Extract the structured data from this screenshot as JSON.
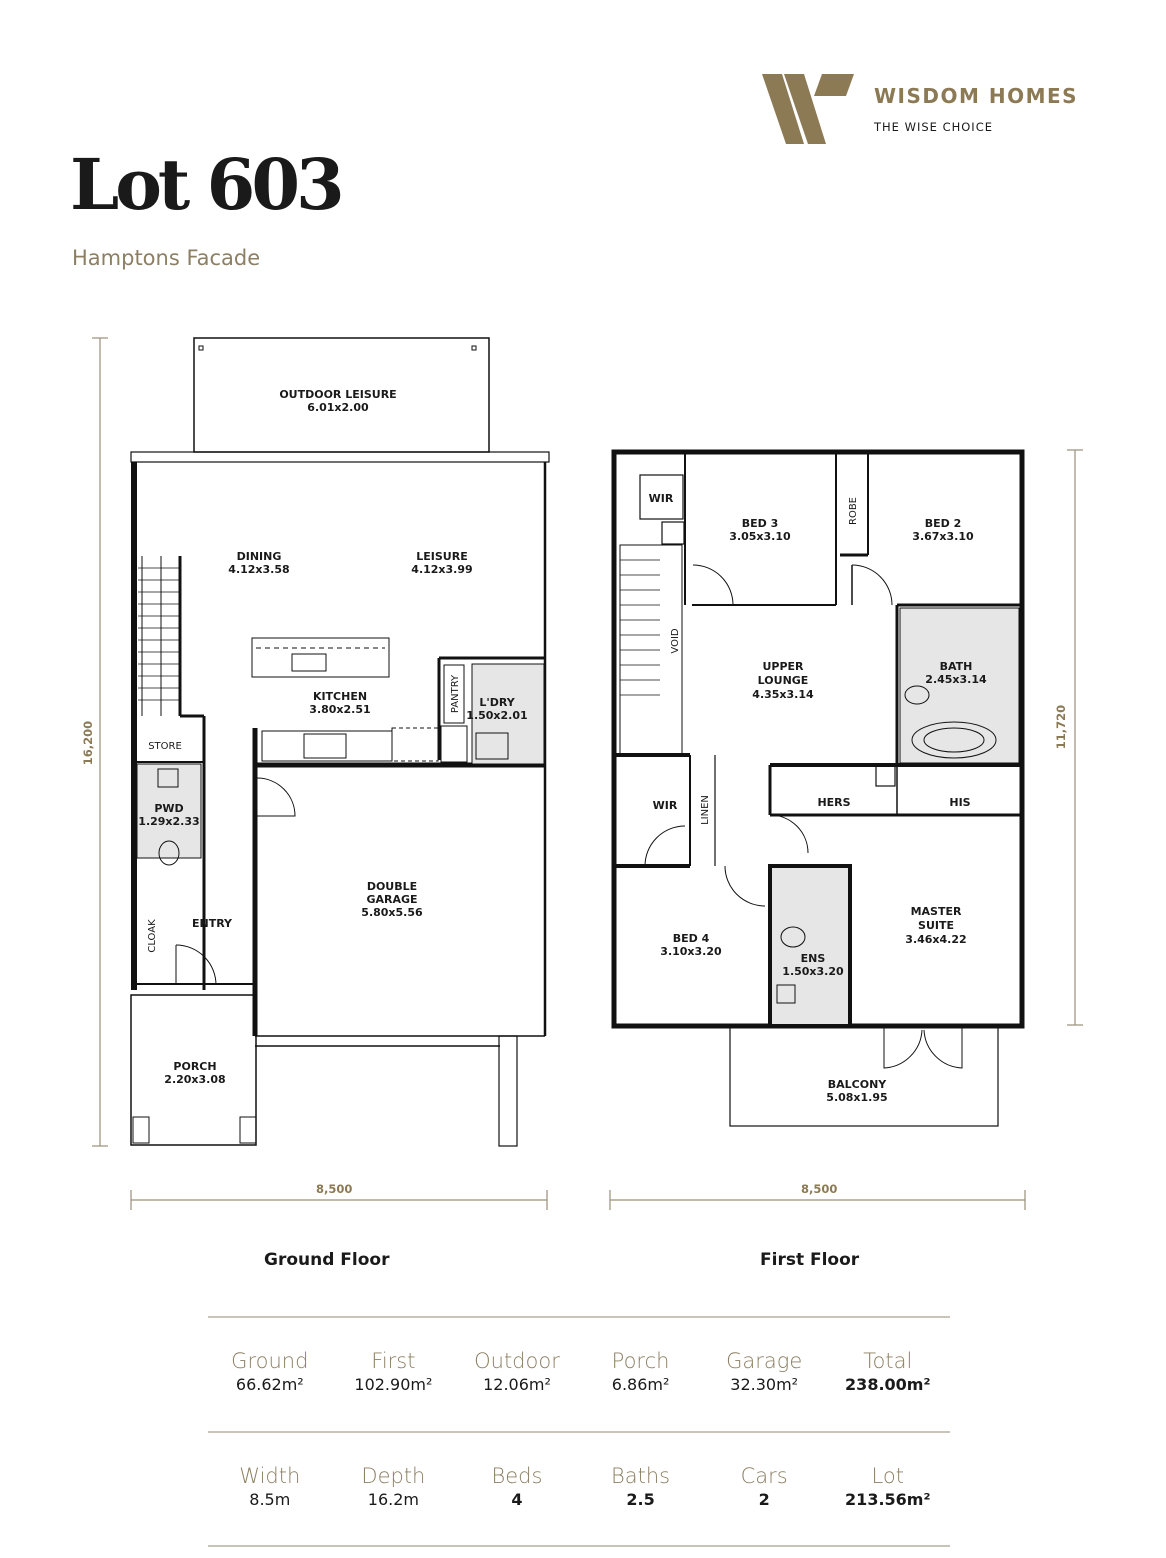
{
  "brand": {
    "name": "WISDOM HOMES",
    "tagline": "THE WISE CHOICE",
    "accent_color": "#8c7a55",
    "logo_icon": "w-monogram-icon"
  },
  "header": {
    "title": "Lot 603",
    "subtitle": "Hamptons Facade"
  },
  "ground_floor": {
    "label": "Ground Floor",
    "width_dim": "8,500",
    "depth_dim": "16,200",
    "rooms": [
      {
        "name": "OUTDOOR LEISURE",
        "size": "6.01x2.00"
      },
      {
        "name": "DINING",
        "size": "4.12x3.58"
      },
      {
        "name": "LEISURE",
        "size": "4.12x3.99"
      },
      {
        "name": "KITCHEN",
        "size": "3.80x2.51"
      },
      {
        "name": "PANTRY",
        "size": ""
      },
      {
        "name": "L'DRY",
        "size": "1.50x2.01"
      },
      {
        "name": "STORE",
        "size": ""
      },
      {
        "name": "PWD",
        "size": "1.29x2.33"
      },
      {
        "name": "DOUBLE",
        "name2": "GARAGE",
        "size": "5.80x5.56"
      },
      {
        "name": "CLOAK",
        "size": ""
      },
      {
        "name": "ENTRY",
        "size": ""
      },
      {
        "name": "PORCH",
        "size": "2.20x3.08"
      }
    ]
  },
  "first_floor": {
    "label": "First Floor",
    "width_dim": "8,500",
    "depth_dim": "11,720",
    "rooms": [
      {
        "name": "WIR",
        "size": ""
      },
      {
        "name": "BED 3",
        "size": "3.05x3.10"
      },
      {
        "name": "ROBE",
        "size": ""
      },
      {
        "name": "BED 2",
        "size": "3.67x3.10"
      },
      {
        "name": "VOID",
        "size": ""
      },
      {
        "name": "UPPER",
        "name2": "LOUNGE",
        "size": "4.35x3.14"
      },
      {
        "name": "BATH",
        "size": "2.45x3.14"
      },
      {
        "name": "WIR",
        "size": ""
      },
      {
        "name": "LINEN",
        "size": ""
      },
      {
        "name": "HERS",
        "size": ""
      },
      {
        "name": "HIS",
        "size": ""
      },
      {
        "name": "BED 4",
        "size": "3.10x3.20"
      },
      {
        "name": "ENS",
        "size": "1.50x3.20"
      },
      {
        "name": "MASTER",
        "name2": "SUITE",
        "size": "3.46x4.22"
      },
      {
        "name": "BALCONY",
        "size": "5.08x1.95"
      }
    ]
  },
  "areas": [
    {
      "label": "Ground",
      "value": "66.62m²",
      "bold": false
    },
    {
      "label": "First",
      "value": "102.90m²",
      "bold": false
    },
    {
      "label": "Outdoor",
      "value": "12.06m²",
      "bold": false
    },
    {
      "label": "Porch",
      "value": "6.86m²",
      "bold": false
    },
    {
      "label": "Garage",
      "value": "32.30m²",
      "bold": false
    },
    {
      "label": "Total",
      "value": "238.00m²",
      "bold": true
    }
  ],
  "specs": [
    {
      "label": "Width",
      "value": "8.5m",
      "bold": false
    },
    {
      "label": "Depth",
      "value": "16.2m",
      "bold": false
    },
    {
      "label": "Beds",
      "value": "4",
      "bold": true
    },
    {
      "label": "Baths",
      "value": "2.5",
      "bold": true
    },
    {
      "label": "Cars",
      "value": "2",
      "bold": true
    },
    {
      "label": "Lot",
      "value": "213.56m²",
      "bold": true
    }
  ]
}
